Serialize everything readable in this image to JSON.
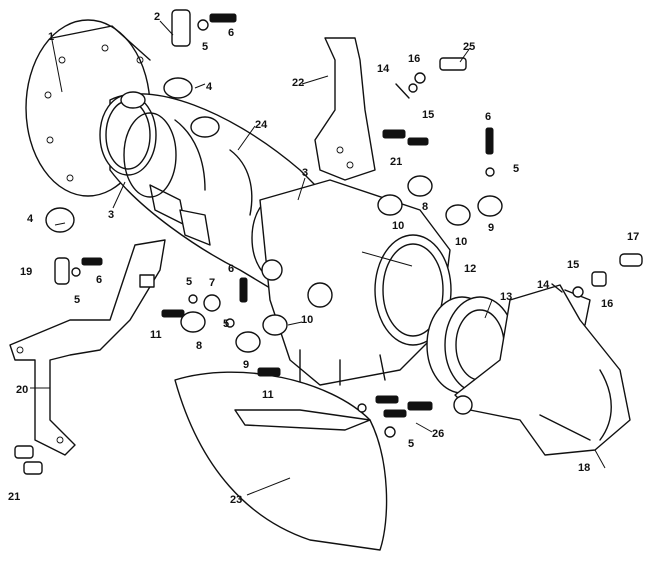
{
  "callouts": [
    {
      "id": "c1",
      "text": "1"
    },
    {
      "id": "c2",
      "text": "2"
    },
    {
      "id": "c3a",
      "text": "3"
    },
    {
      "id": "c3b",
      "text": "3"
    },
    {
      "id": "c4a",
      "text": "4"
    },
    {
      "id": "c4b",
      "text": "4"
    },
    {
      "id": "c5a",
      "text": "5"
    },
    {
      "id": "c5b",
      "text": "5"
    },
    {
      "id": "c5c",
      "text": "5"
    },
    {
      "id": "c5d",
      "text": "5"
    },
    {
      "id": "c5e",
      "text": "5"
    },
    {
      "id": "c5f",
      "text": "5"
    },
    {
      "id": "c6a",
      "text": "6"
    },
    {
      "id": "c6b",
      "text": "6"
    },
    {
      "id": "c6c",
      "text": "6"
    },
    {
      "id": "c6d",
      "text": "6"
    },
    {
      "id": "c7",
      "text": "7"
    },
    {
      "id": "c8a",
      "text": "8"
    },
    {
      "id": "c8b",
      "text": "8"
    },
    {
      "id": "c9a",
      "text": "9"
    },
    {
      "id": "c9b",
      "text": "9"
    },
    {
      "id": "c10a",
      "text": "10"
    },
    {
      "id": "c10b",
      "text": "10"
    },
    {
      "id": "c10c",
      "text": "10"
    },
    {
      "id": "c11a",
      "text": "11"
    },
    {
      "id": "c11b",
      "text": "11"
    },
    {
      "id": "c12",
      "text": "12"
    },
    {
      "id": "c13",
      "text": "13"
    },
    {
      "id": "c14a",
      "text": "14"
    },
    {
      "id": "c14b",
      "text": "14"
    },
    {
      "id": "c15a",
      "text": "15"
    },
    {
      "id": "c15b",
      "text": "15"
    },
    {
      "id": "c16a",
      "text": "16"
    },
    {
      "id": "c16b",
      "text": "16"
    },
    {
      "id": "c17",
      "text": "17"
    },
    {
      "id": "c18",
      "text": "18"
    },
    {
      "id": "c19",
      "text": "19"
    },
    {
      "id": "c20",
      "text": "20"
    },
    {
      "id": "c21a",
      "text": "21"
    },
    {
      "id": "c21b",
      "text": "21"
    },
    {
      "id": "c22",
      "text": "22"
    },
    {
      "id": "c23",
      "text": "23"
    },
    {
      "id": "c24",
      "text": "24"
    },
    {
      "id": "c25",
      "text": "25"
    },
    {
      "id": "c26",
      "text": "26"
    }
  ]
}
